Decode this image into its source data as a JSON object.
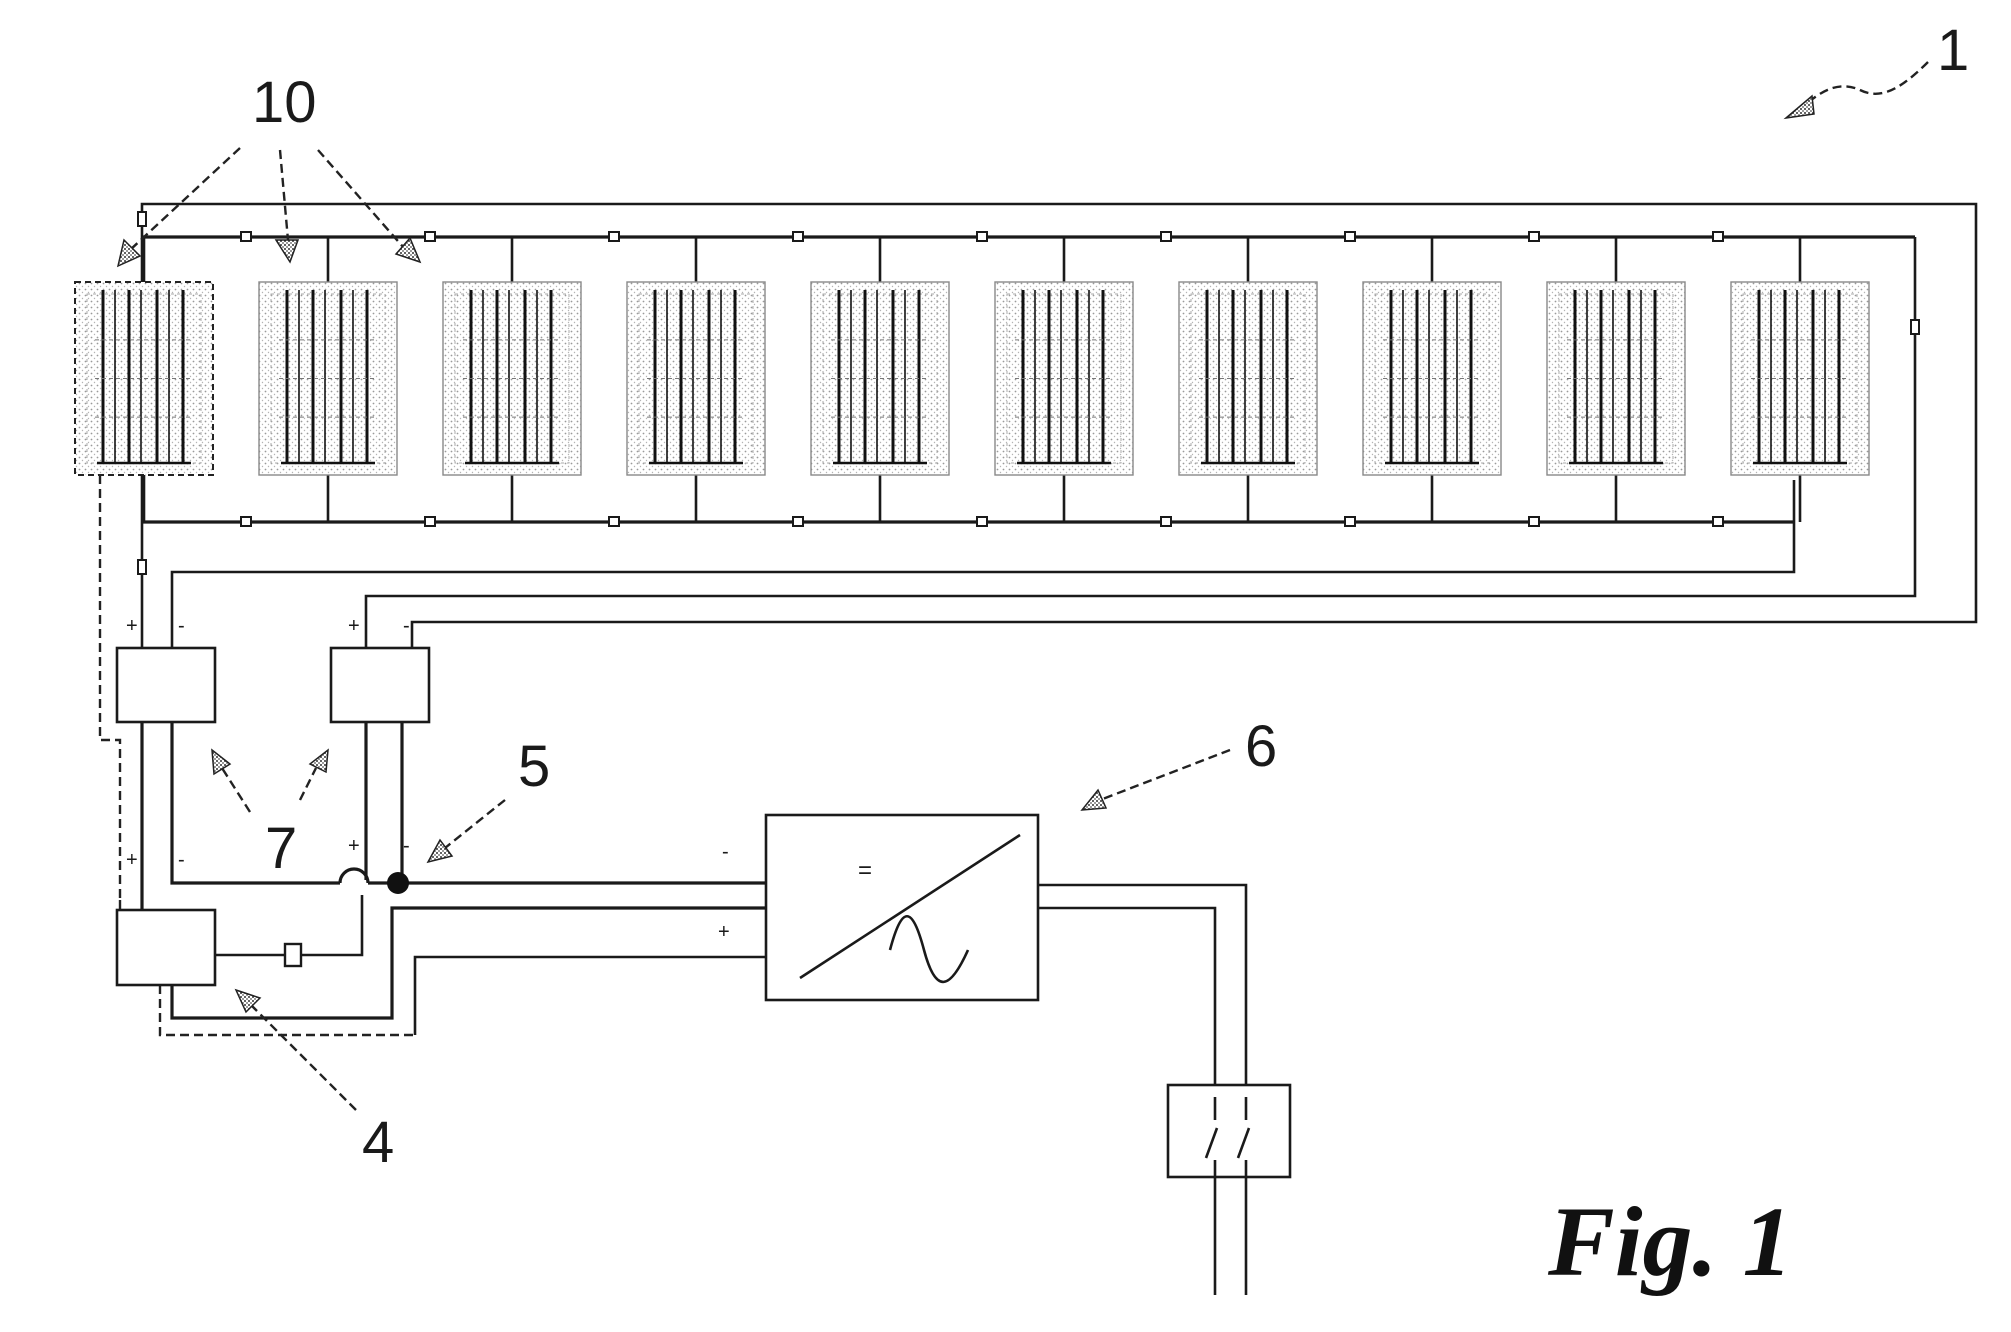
{
  "diagram": {
    "figure_label": "Fig. 1",
    "reference_numerals": {
      "system": "1",
      "modules": "10",
      "modules_copy_a": "10",
      "modules_copy_b": "10",
      "switching_units": "7",
      "unit": "4",
      "junction": "5",
      "inverter": "6"
    },
    "polarity_labels": {
      "plus": "+",
      "minus": "-",
      "equals": "="
    },
    "module_count": 10
  }
}
